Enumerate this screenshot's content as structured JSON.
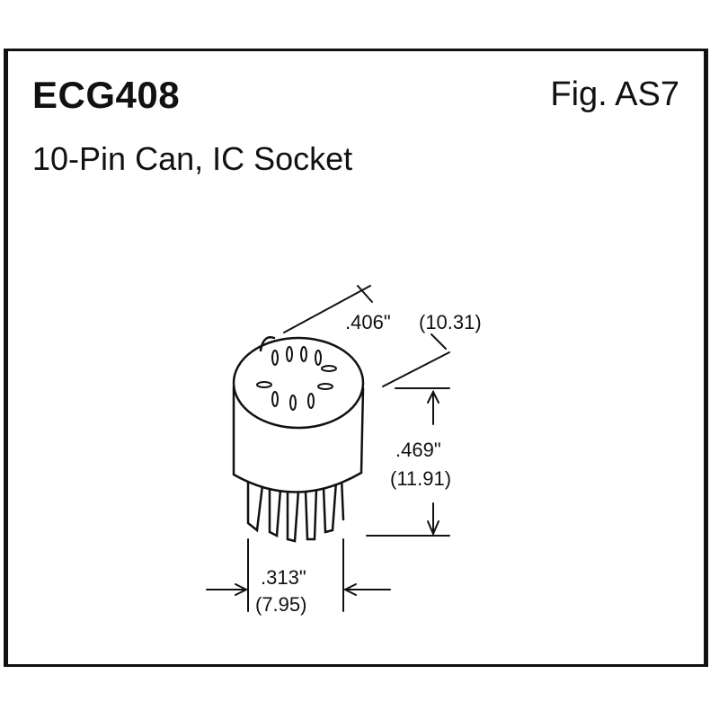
{
  "header": {
    "part_number": "ECG408",
    "figure": "Fig. AS7",
    "description": "10-Pin Can, IC Socket"
  },
  "dimensions": {
    "diameter_in": ".406\"",
    "diameter_mm": "(10.31)",
    "height_in": ".469\"",
    "height_mm": "(11.91)",
    "pin_circle_in": ".313\"",
    "pin_circle_mm": "(7.95)"
  }
}
